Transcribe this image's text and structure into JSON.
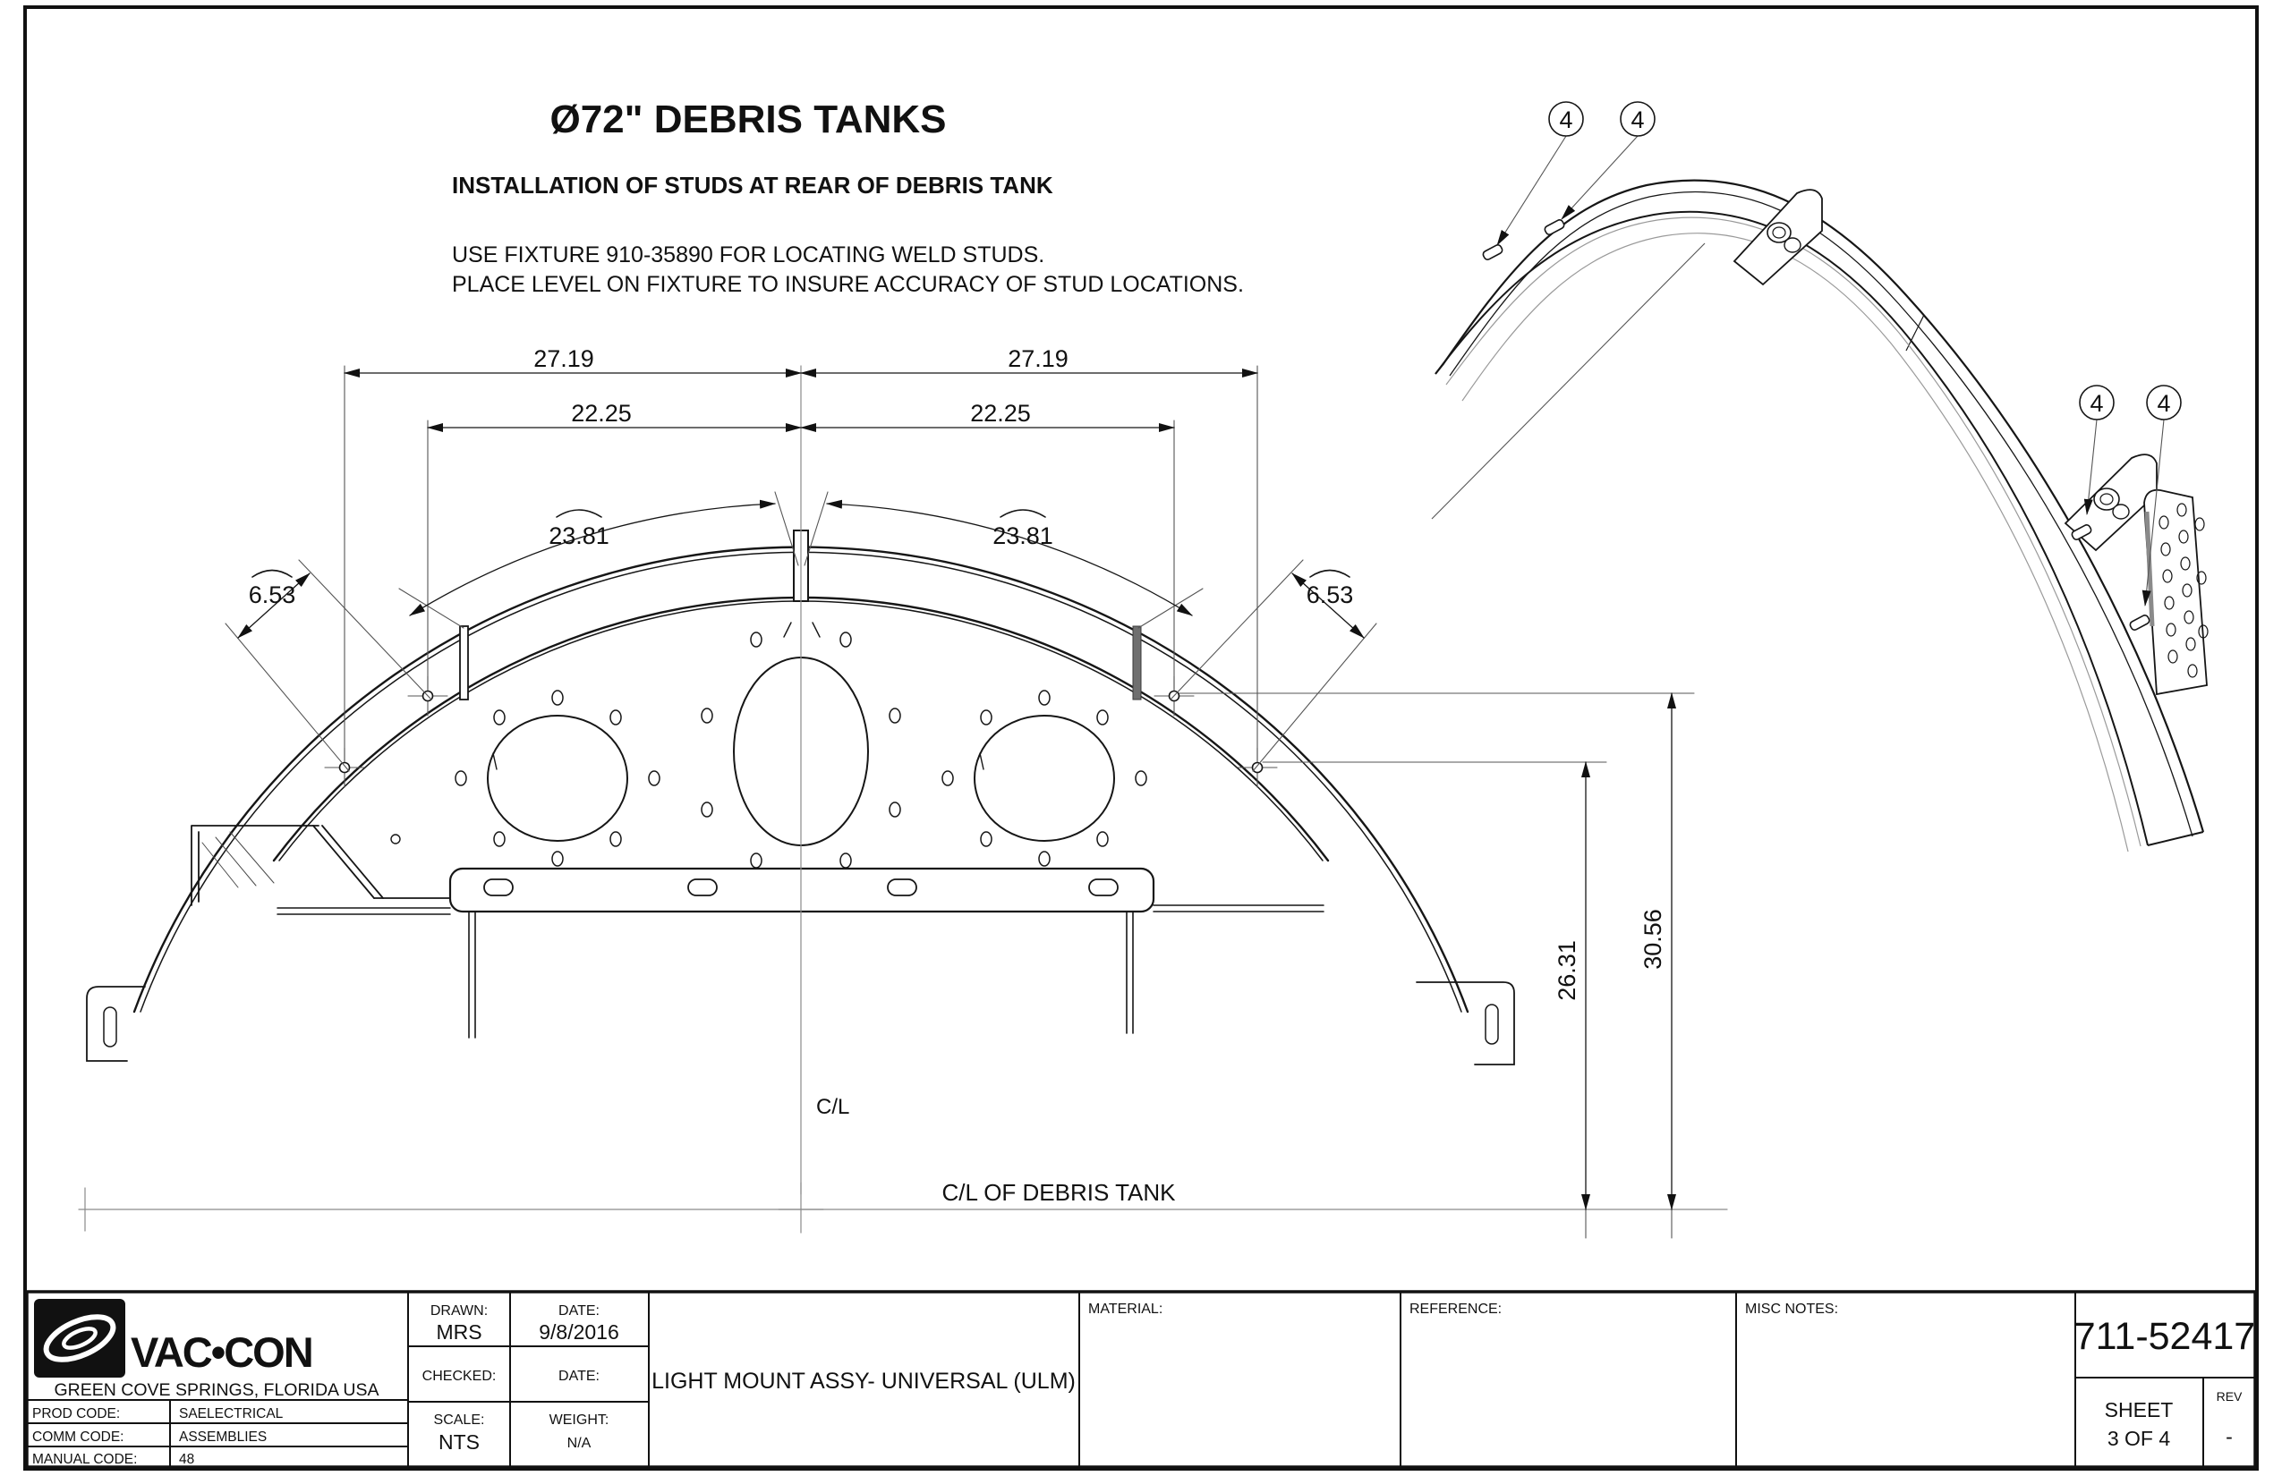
{
  "drawing": {
    "title": "Ø72\" DEBRIS TANKS",
    "subtitle": "INSTALLATION OF STUDS AT REAR OF DEBRIS TANK",
    "notes": [
      "USE FIXTURE 910-35890 FOR LOCATING WELD STUDS.",
      "PLACE LEVEL ON FIXTURE TO INSURE ACCURACY OF STUD LOCATIONS."
    ],
    "centerline_label": "C/L",
    "baseline_label": "C/L OF DEBRIS TANK"
  },
  "dimensions": {
    "stud_outer_offset": "27.19",
    "stud_inner_offset": "22.25",
    "arc_tab_to_stud": "23.81",
    "arc_stud_to_stud": "6.53",
    "height_upper_stud": "30.56",
    "height_lower_stud": "26.31"
  },
  "detail": {
    "balloon_item": "4"
  },
  "title_block": {
    "company": "VAC•CON",
    "city": "GREEN COVE SPRINGS, FLORIDA USA",
    "codes": [
      {
        "label": "PROD CODE:",
        "value": "SAELECTRICAL"
      },
      {
        "label": "COMM CODE:",
        "value": "ASSEMBLIES"
      },
      {
        "label": "MANUAL CODE:",
        "value": "48"
      }
    ],
    "drawn_label": "DRAWN:",
    "drawn": "MRS",
    "date_label": "DATE:",
    "date": "9/8/2016",
    "checked_label": "CHECKED:",
    "checked_date_label": "DATE:",
    "scale_label": "SCALE:",
    "scale": "NTS",
    "weight_label": "WEIGHT:",
    "weight": "N/A",
    "part_title": "LIGHT MOUNT ASSY- UNIVERSAL (ULM)",
    "material_label": "MATERIAL:",
    "reference_label": "REFERENCE:",
    "misc_label": "MISC NOTES:",
    "part_number": "711-52417",
    "sheet_label": "SHEET",
    "sheet": "3  OF 4",
    "rev_label": "REV",
    "rev": "-"
  }
}
